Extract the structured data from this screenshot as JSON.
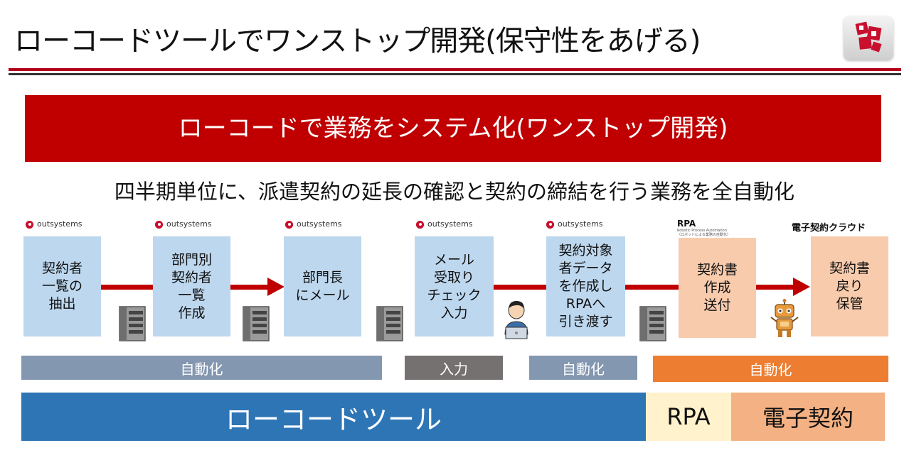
{
  "header": {
    "title": "ローコードツールでワンストップ開発(保守性をあげる)"
  },
  "banner": {
    "text": "ローコードで業務をシステム化(ワンストップ開発)"
  },
  "subtitle": "四半期単位に、派遣契約の延長の確認と契約の締結を行う業務を全自動化",
  "brand_label": "outsystems",
  "rpa_logo": {
    "title": "RPA",
    "subtitle": "Robotic Process Automation",
    "note": "（ロボットによる業務の自動化）"
  },
  "cloud_label": "電子契約クラウド",
  "steps": [
    {
      "label": "契約者\n一覧の\n抽出"
    },
    {
      "label": "部門別\n契約者\n一覧\n作成"
    },
    {
      "label": "部門長\nにメール"
    },
    {
      "label": "メール\n受取り\nチェック\n入力"
    },
    {
      "label": "契約対象\n者データ\nを作成し\nRPAへ\n引き渡す"
    },
    {
      "label": "契約書\n作成\n送付"
    },
    {
      "label": "契約書\n戻り\n保管"
    }
  ],
  "phase_bars": [
    {
      "label": "自動化",
      "color": "#8497b0"
    },
    {
      "label": "入力",
      "color": "#767171"
    },
    {
      "label": "自動化",
      "color": "#8497b0"
    },
    {
      "label": "自動化",
      "color": "#ed7d31"
    }
  ],
  "tools": {
    "lowcode": "ローコードツール",
    "rpa": "RPA",
    "econtract": "電子契約"
  },
  "colors": {
    "accent_red": "#c00000",
    "step_blue": "#bdd7ee",
    "step_orange": "#f8cbad",
    "lowcode_blue": "#2e75b6"
  }
}
